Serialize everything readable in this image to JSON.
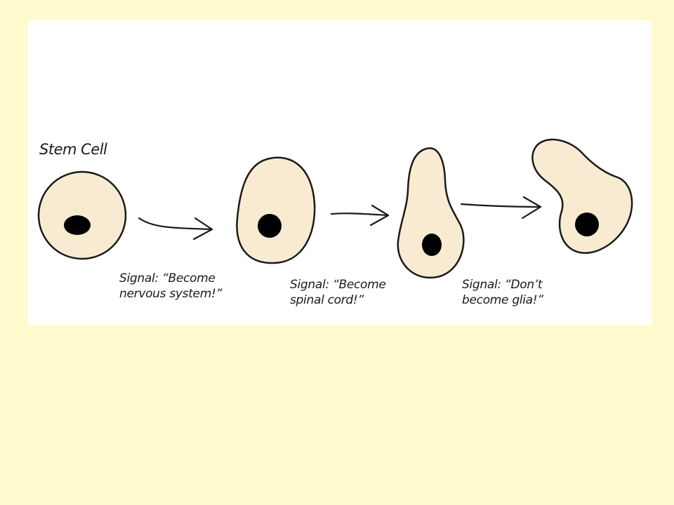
{
  "diagram": {
    "title": "Stem Cell",
    "signals": [
      {
        "line1": "Signal: “Become",
        "line2": "nervous system!”"
      },
      {
        "line1": "Signal: “Become",
        "line2": "spinal cord!”"
      },
      {
        "line1": "Signal: “Don’t",
        "line2": "become glia!”"
      }
    ]
  },
  "colors": {
    "page_background": "#FFFACD",
    "panel_background": "#FFFFFF",
    "cell_fill": "#F8EBD2",
    "outline": "#1A1A1A",
    "nucleus": "#000000"
  }
}
